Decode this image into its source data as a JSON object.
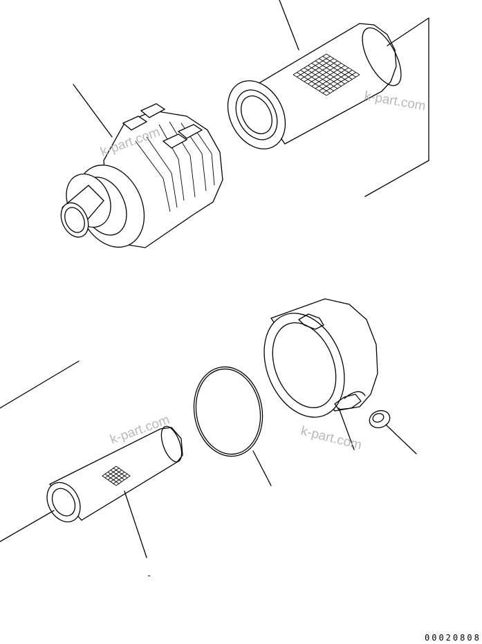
{
  "watermarks": [
    "k-part.com",
    "k-part.com",
    "k-part.com",
    "k-part.com"
  ],
  "drawing_number": "00020808",
  "stray_mark": "-"
}
